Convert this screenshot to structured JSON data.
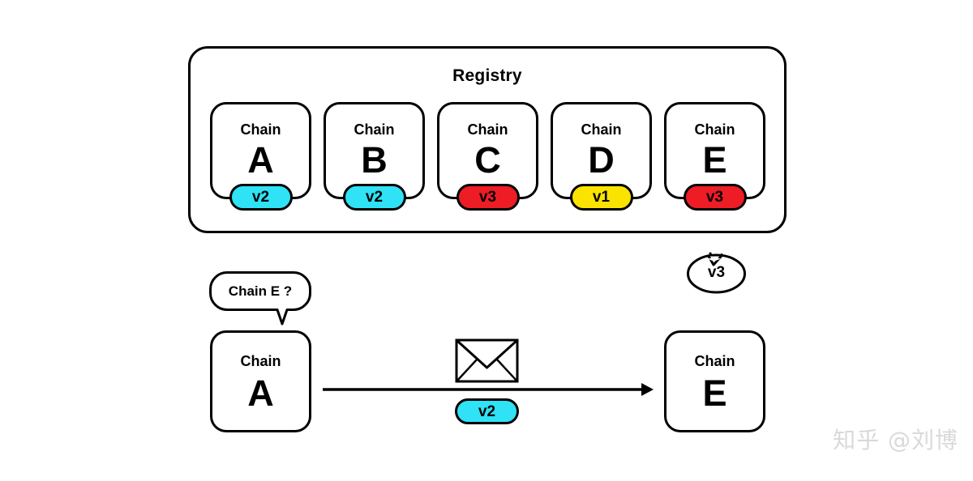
{
  "diagram": {
    "background": "#ffffff",
    "registry": {
      "title": "Registry",
      "chains": [
        {
          "label": "Chain",
          "letter": "A",
          "version": "v2",
          "version_color": "#2FE2F6"
        },
        {
          "label": "Chain",
          "letter": "B",
          "version": "v2",
          "version_color": "#2FE2F6"
        },
        {
          "label": "Chain",
          "letter": "C",
          "version": "v3",
          "version_color": "#EE1C25"
        },
        {
          "label": "Chain",
          "letter": "D",
          "version": "v1",
          "version_color": "#FBE300"
        },
        {
          "label": "Chain",
          "letter": "E",
          "version": "v3",
          "version_color": "#EE1C25"
        }
      ]
    },
    "lookup": {
      "query_bubble": "Chain E ?",
      "response_bubble": "v3"
    },
    "flow": {
      "source": {
        "label": "Chain",
        "letter": "A"
      },
      "target": {
        "label": "Chain",
        "letter": "E"
      },
      "message_icon": "envelope-icon",
      "message_version": "v2",
      "message_version_color": "#2FE2F6"
    },
    "watermark": "知乎 @刘博"
  }
}
